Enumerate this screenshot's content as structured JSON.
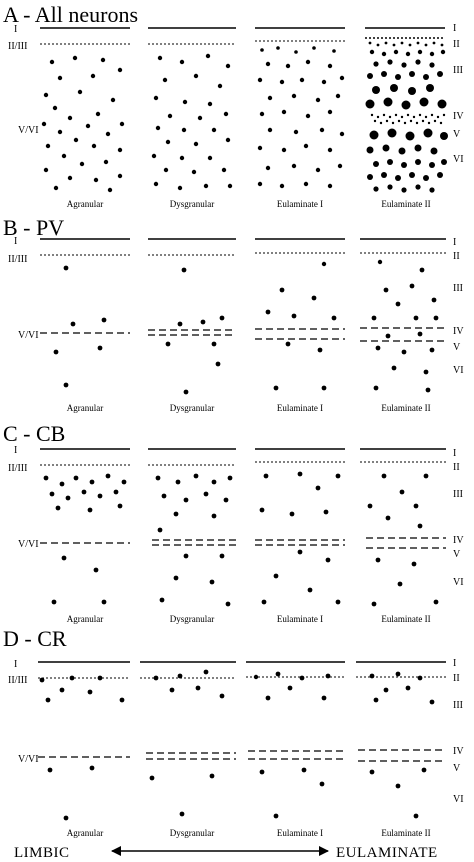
{
  "panels": [
    {
      "title": "A - All neurons",
      "left_labels": [
        "I",
        "II/III",
        "V/VI"
      ],
      "right_labels": [
        "I",
        "II",
        "III",
        "IV",
        "V",
        "VI"
      ],
      "columns": [
        "Agranular",
        "Dysgranular",
        "Eulaminate I",
        "Eulaminate II"
      ]
    },
    {
      "title": "B - PV",
      "left_labels": [
        "I",
        "II/III",
        "V/VI"
      ],
      "right_labels": [
        "I",
        "II",
        "III",
        "IV",
        "V",
        "VI"
      ],
      "columns": [
        "Agranular",
        "Dysgranular",
        "Eulaminate I",
        "Eulaminate II"
      ]
    },
    {
      "title": "C - CB",
      "left_labels": [
        "I",
        "II/III",
        "V/VI"
      ],
      "right_labels": [
        "I",
        "II",
        "III",
        "IV",
        "V",
        "VI"
      ],
      "columns": [
        "Agranular",
        "Dysgranular",
        "Eulaminate I",
        "Eulaminate II"
      ]
    },
    {
      "title": "D - CR",
      "left_labels": [
        "I",
        "II/III",
        "V/VI"
      ],
      "right_labels": [
        "I",
        "II",
        "III",
        "IV",
        "V",
        "VI"
      ],
      "columns": [
        "Agranular",
        "Dysgranular",
        "Eulaminate I",
        "Eulaminate II"
      ]
    }
  ],
  "axis": {
    "left": "LIMBIC",
    "right": "EULAMINATE"
  }
}
